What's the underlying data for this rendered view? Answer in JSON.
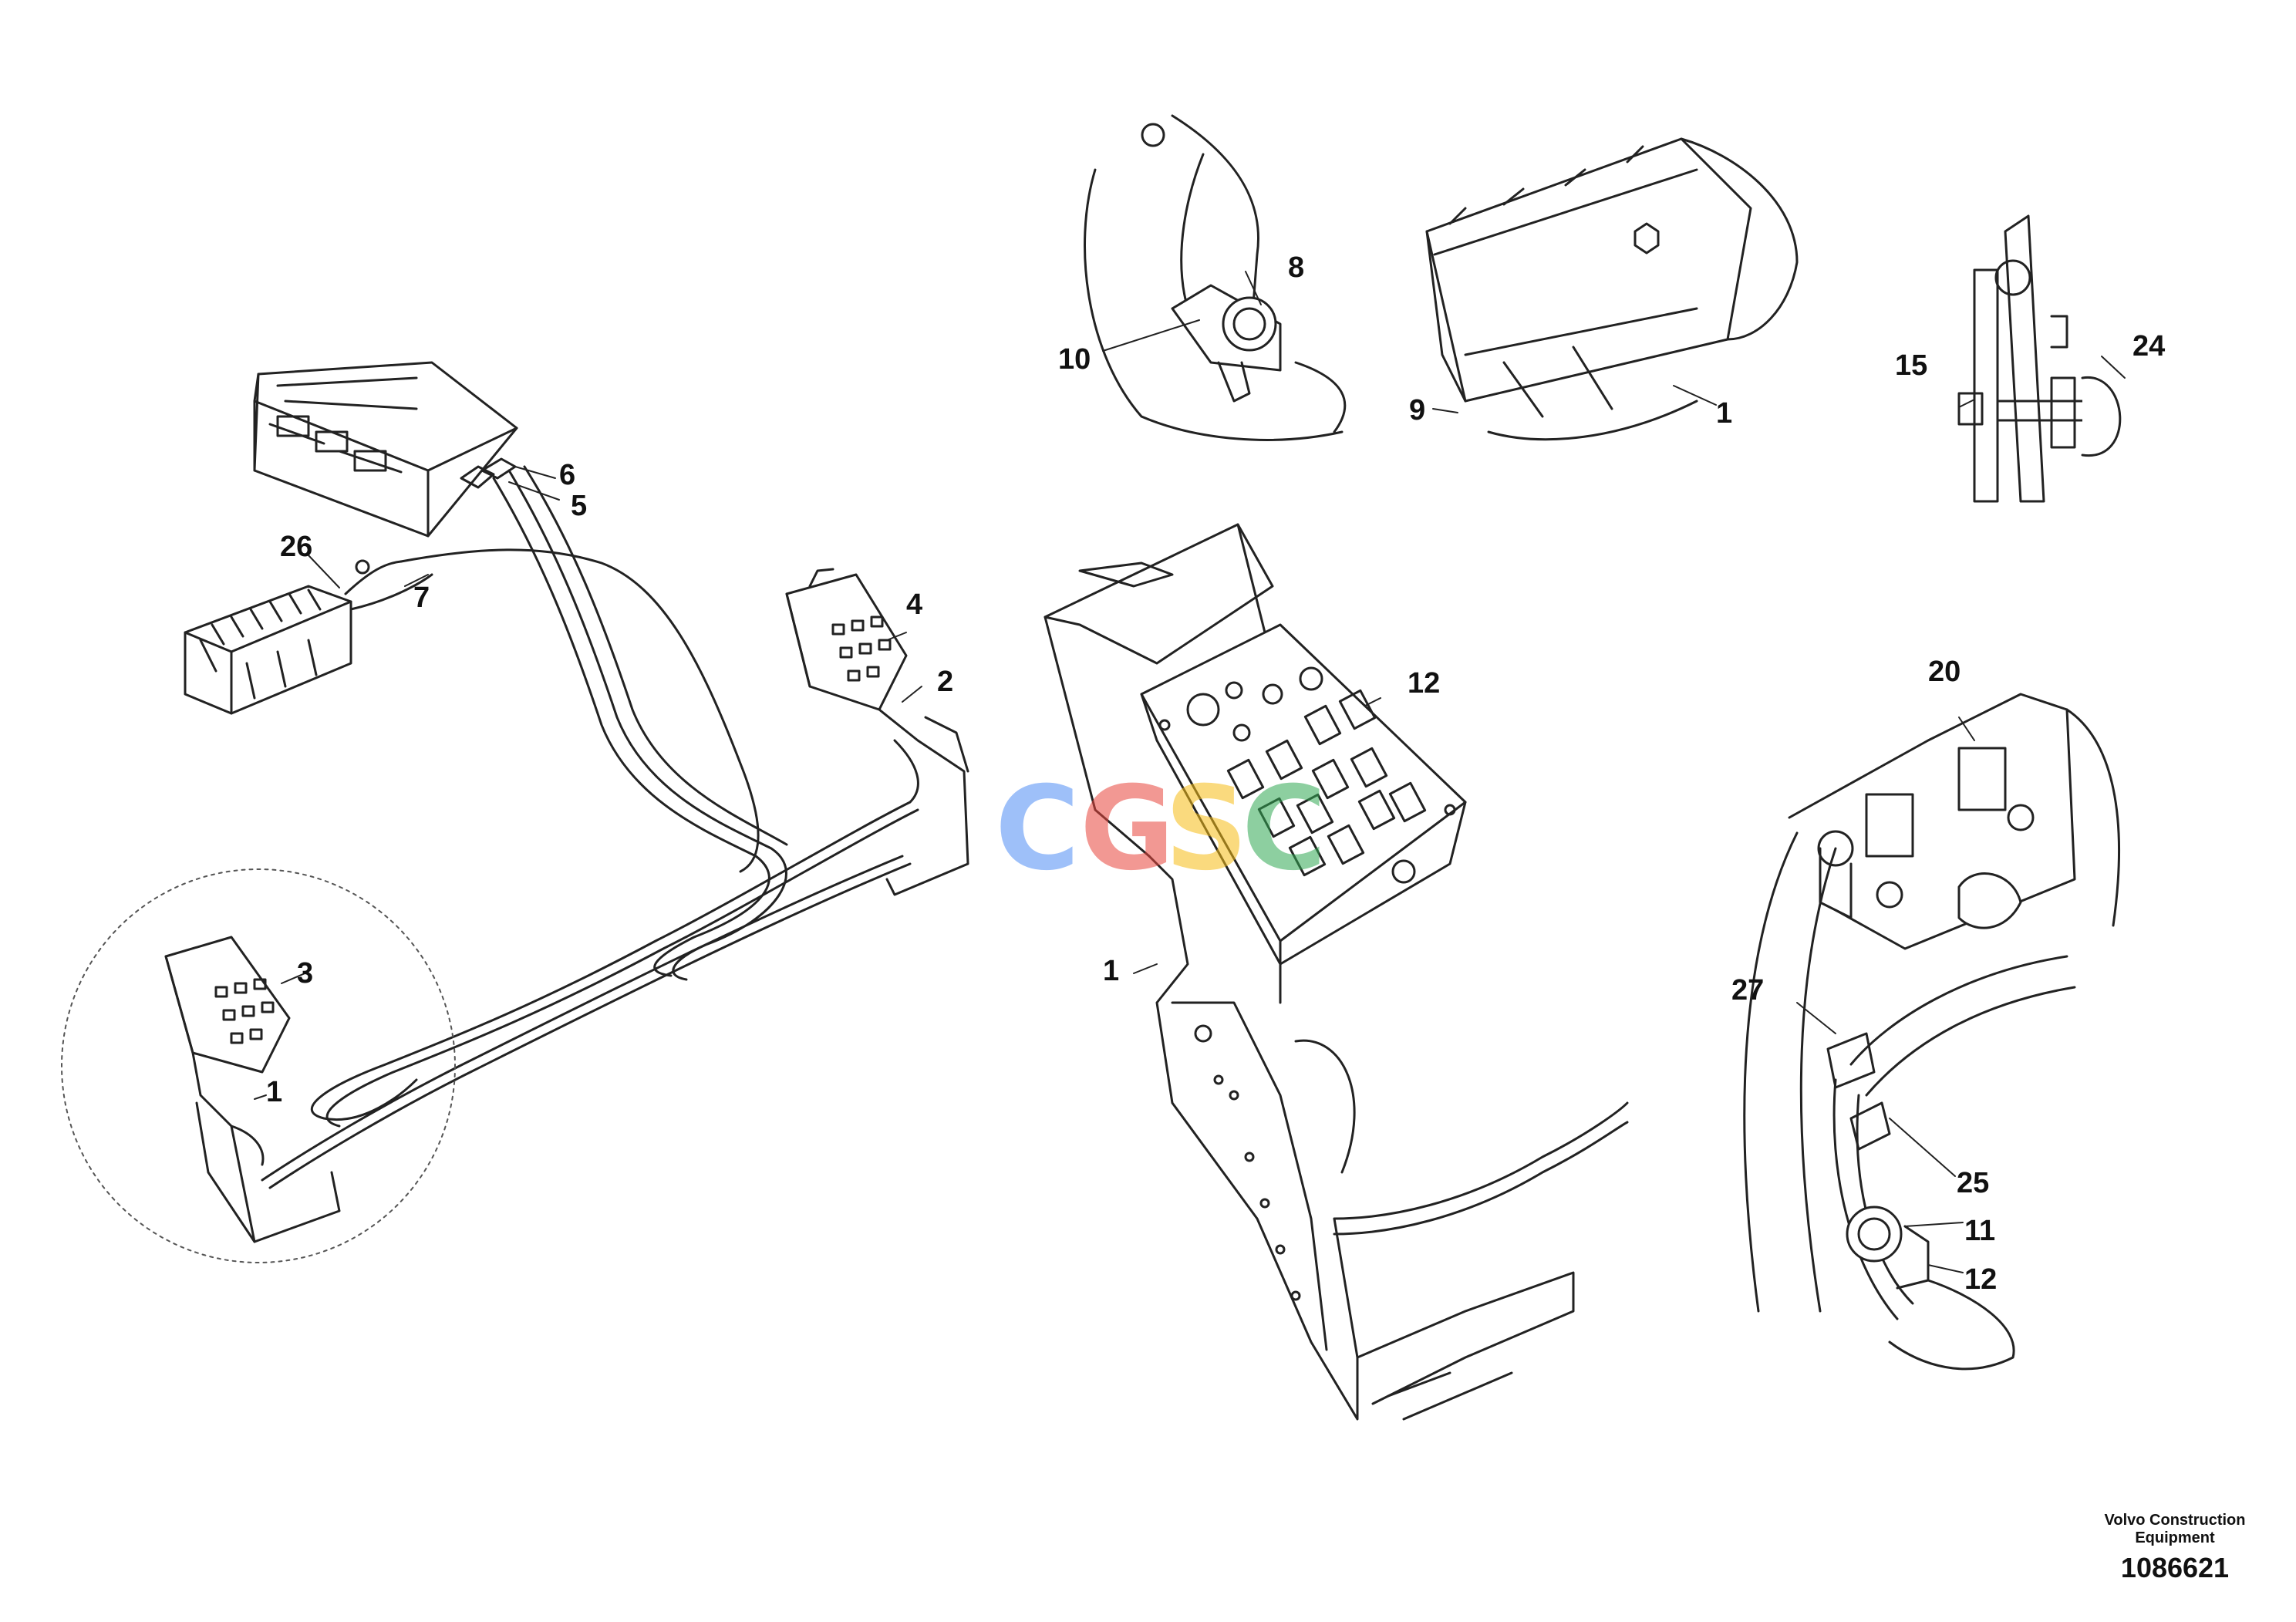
{
  "callouts": {
    "c1_top": "1",
    "c1_mid": "1",
    "c1_left": "1",
    "c2": "2",
    "c3": "3",
    "c4": "4",
    "c5": "5",
    "c6": "6",
    "c7": "7",
    "c8": "8",
    "c9": "9",
    "c10": "10",
    "c11": "11",
    "c12_panel": "12",
    "c12_detail": "12",
    "c15": "15",
    "c20": "20",
    "c24": "24",
    "c25": "25",
    "c26": "26",
    "c27": "27"
  },
  "watermark": {
    "letters": [
      "C",
      "G",
      "S",
      "C"
    ],
    "colors": [
      "#4f8ef5",
      "#e8453c",
      "#f6bd16",
      "#31a853"
    ]
  },
  "credit": {
    "company_line1": "Volvo Construction",
    "company_line2": "Equipment",
    "drawing_number": "1086621"
  }
}
